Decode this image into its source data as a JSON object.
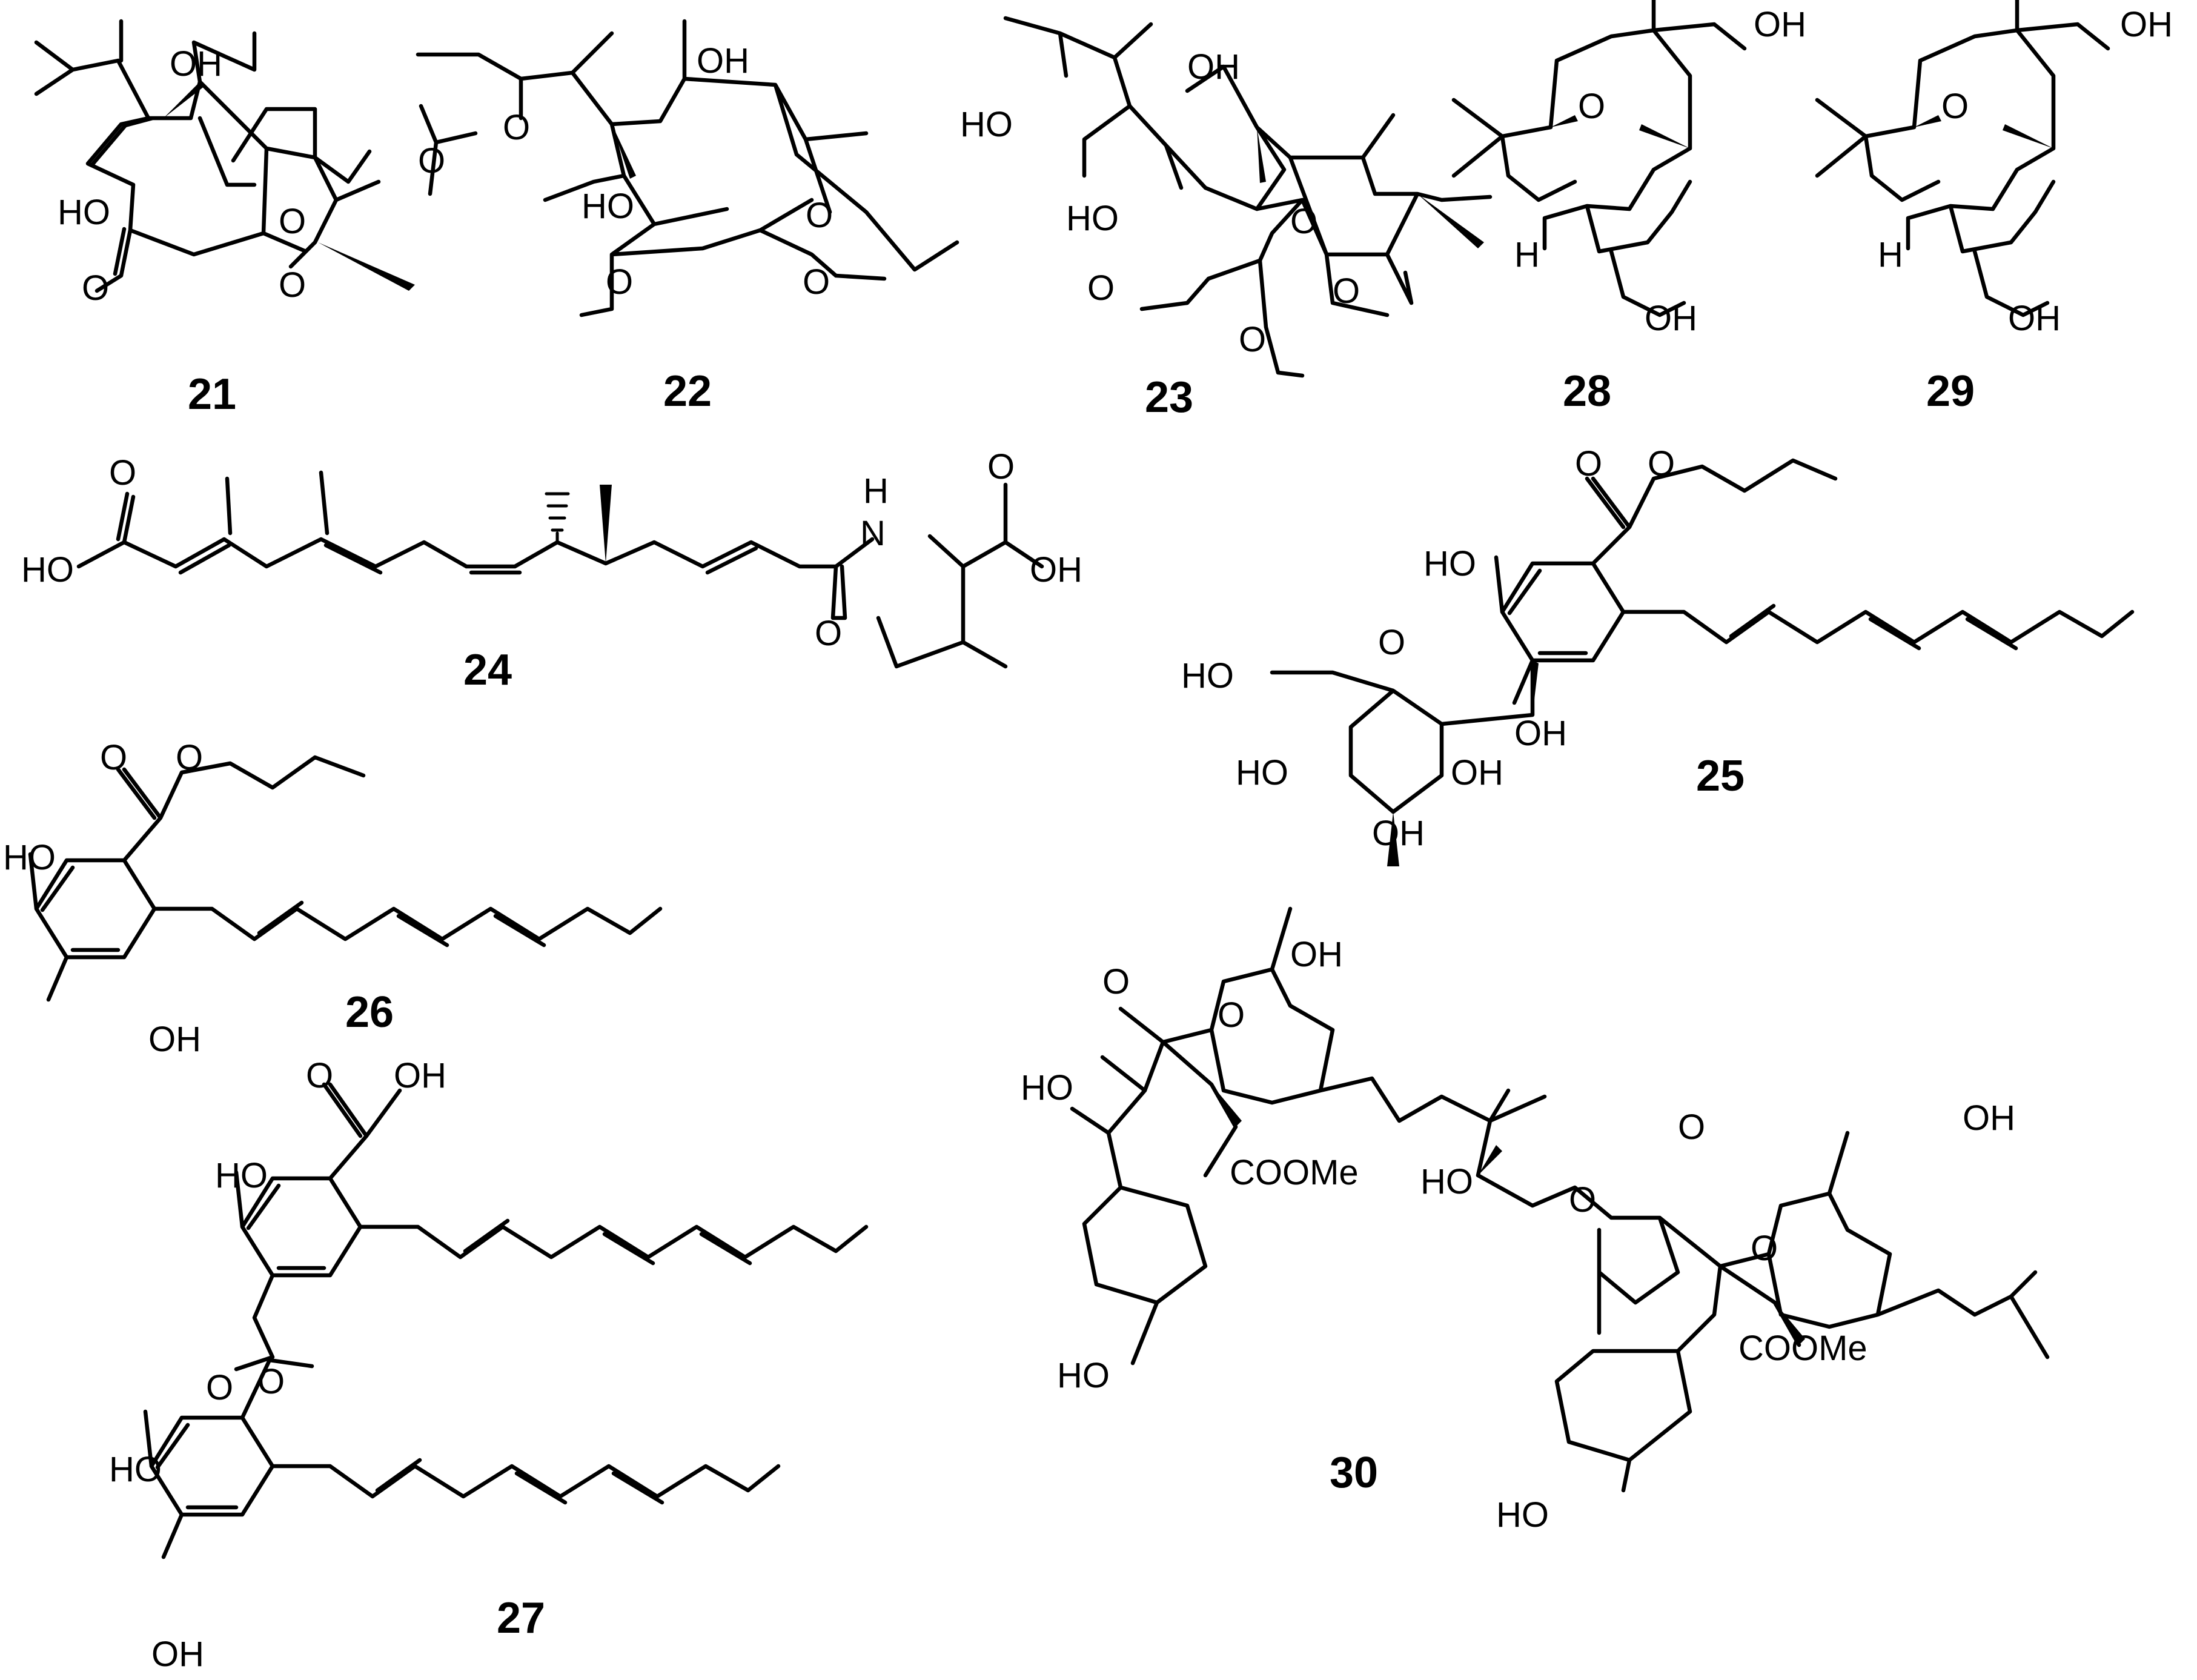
{
  "compounds": [
    {
      "id": "21",
      "atoms": [
        "OH",
        "HO",
        "O",
        "O",
        "O"
      ]
    },
    {
      "id": "22",
      "atoms": [
        "O",
        "O",
        "OH",
        "HO",
        "O",
        "O",
        "O"
      ]
    },
    {
      "id": "23",
      "atoms": [
        "HO",
        "OH",
        "HO",
        "O",
        "O",
        "O",
        "O"
      ]
    },
    {
      "id": "28",
      "atoms": [
        "O",
        "OH",
        "H",
        "OH"
      ]
    },
    {
      "id": "29",
      "atoms": [
        "O",
        "OH",
        "H",
        "OH"
      ]
    },
    {
      "id": "24",
      "atoms": [
        "O",
        "HO",
        "H",
        "N",
        "O",
        "OH",
        "O"
      ]
    },
    {
      "id": "25",
      "atoms": [
        "O",
        "O",
        "HO",
        "O",
        "HO",
        "OH",
        "HO",
        "OH",
        "OH"
      ]
    },
    {
      "id": "26",
      "atoms": [
        "O",
        "O",
        "HO",
        "OH"
      ]
    },
    {
      "id": "27",
      "atoms": [
        "O",
        "OH",
        "HO",
        "O",
        "O",
        "HO",
        "OH"
      ]
    },
    {
      "id": "30",
      "atoms": [
        "O",
        "O",
        "OH",
        "HO",
        "COOMe",
        "HO",
        "HO",
        "O",
        "O",
        "O",
        "OH",
        "COOMe",
        "HO"
      ]
    }
  ]
}
